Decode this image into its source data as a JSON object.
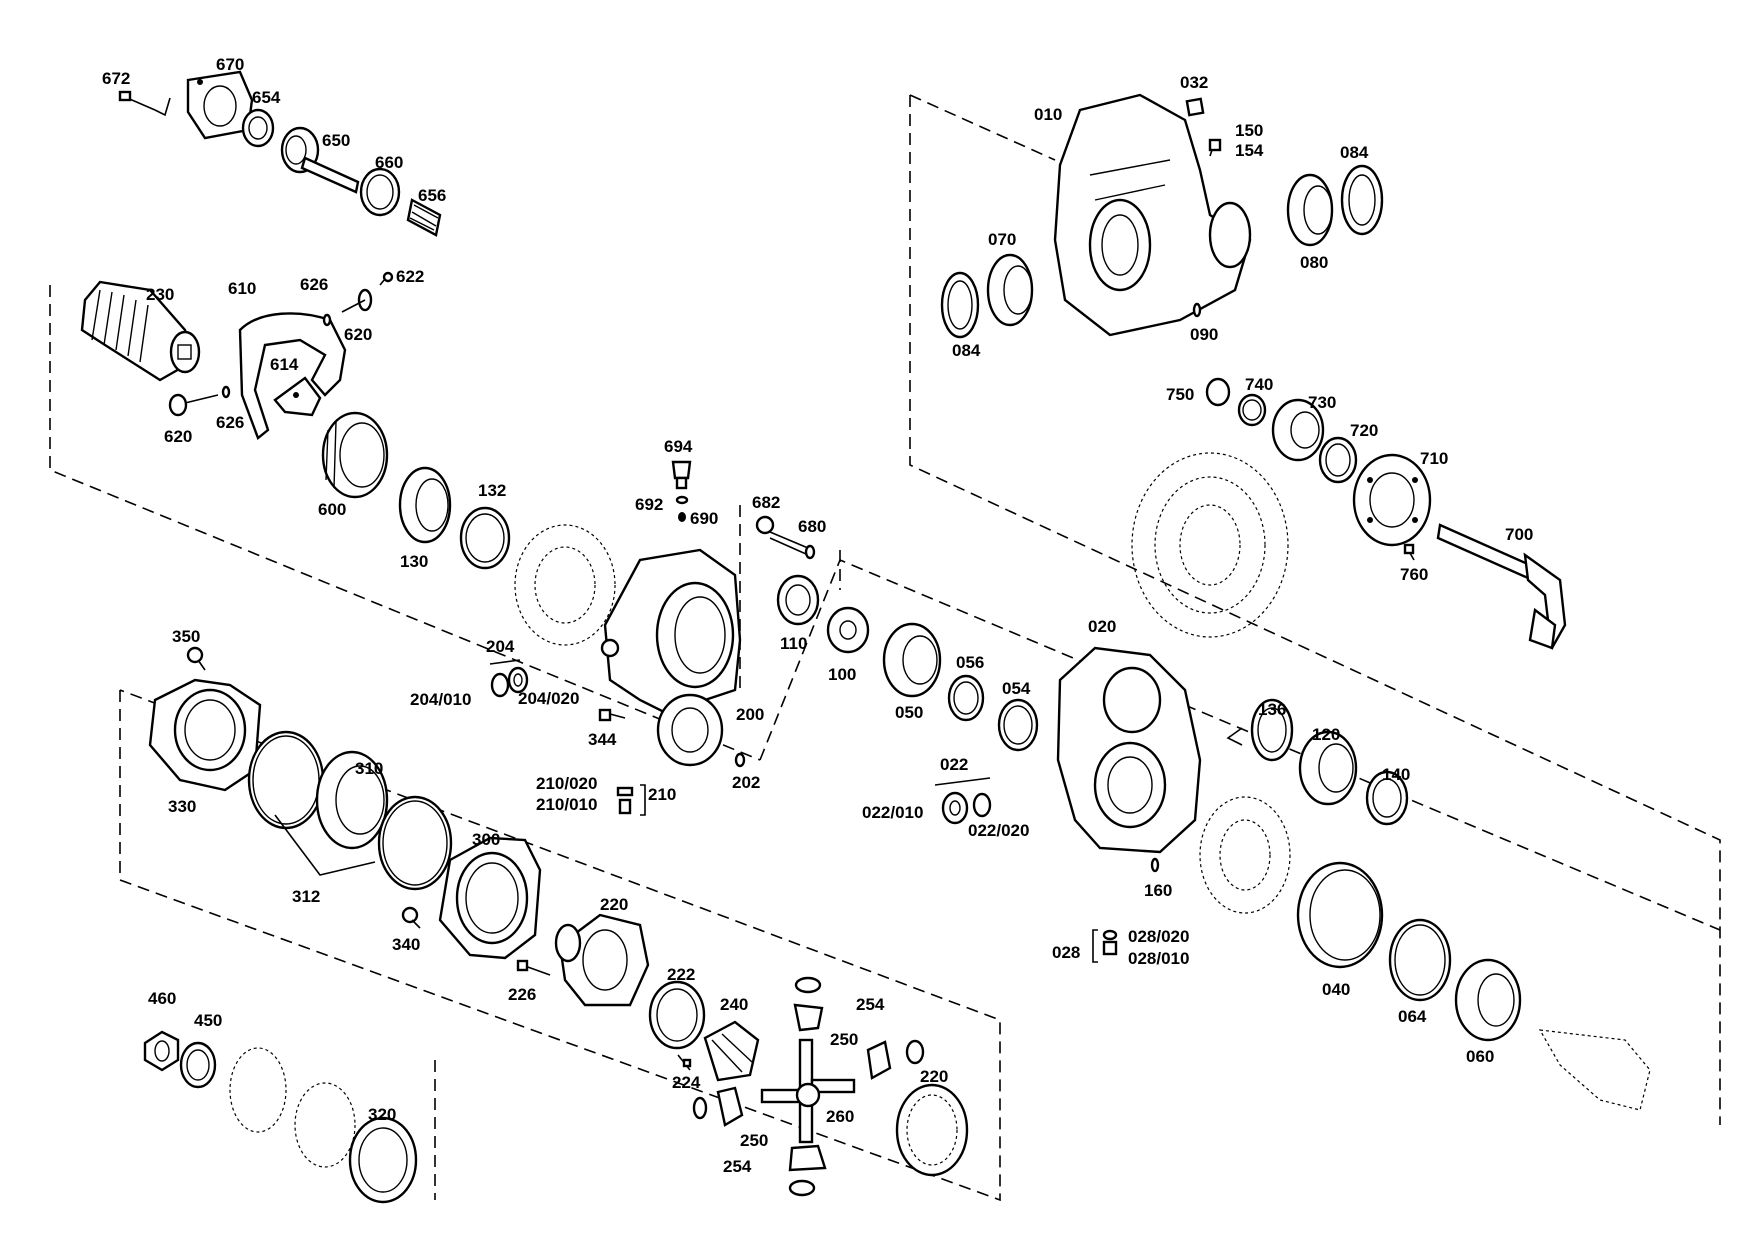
{
  "diagram": {
    "labels": {
      "672": "672",
      "670": "670",
      "654": "654",
      "650": "650",
      "660": "660",
      "656": "656",
      "230": "230",
      "610": "610",
      "626a": "626",
      "622": "622",
      "620a": "620",
      "614": "614",
      "620b": "620",
      "626b": "626",
      "600": "600",
      "130": "130",
      "132": "132",
      "694": "694",
      "692": "692",
      "690": "690",
      "682": "682",
      "680": "680",
      "110": "110",
      "100": "100",
      "204": "204",
      "204_010": "204/010",
      "204_020": "204/020",
      "344": "344",
      "200": "200",
      "202": "202",
      "210_020": "210/020",
      "210_010": "210/010",
      "210": "210",
      "350": "350",
      "330": "330",
      "310": "310",
      "312": "312",
      "300": "300",
      "340": "340",
      "220a": "220",
      "226": "226",
      "222": "222",
      "240": "240",
      "224": "224",
      "254a": "254",
      "250a": "250",
      "260": "260",
      "250b": "250",
      "254b": "254",
      "220b": "220",
      "460": "460",
      "450": "450",
      "320": "320",
      "010": "010",
      "032": "032",
      "150": "150",
      "154": "154",
      "084a": "084",
      "070": "070",
      "084b": "084",
      "080": "080",
      "090": "090",
      "750": "750",
      "740": "740",
      "730": "730",
      "720": "720",
      "710": "710",
      "700": "700",
      "760": "760",
      "050": "050",
      "056": "056",
      "054": "054",
      "020": "020",
      "022": "022",
      "022_010": "022/010",
      "022_020": "022/020",
      "136": "136",
      "120": "120",
      "140": "140",
      "160": "160",
      "028": "028",
      "028_020": "028/020",
      "028_010": "028/010",
      "040": "040",
      "064": "064",
      "060": "060"
    }
  }
}
